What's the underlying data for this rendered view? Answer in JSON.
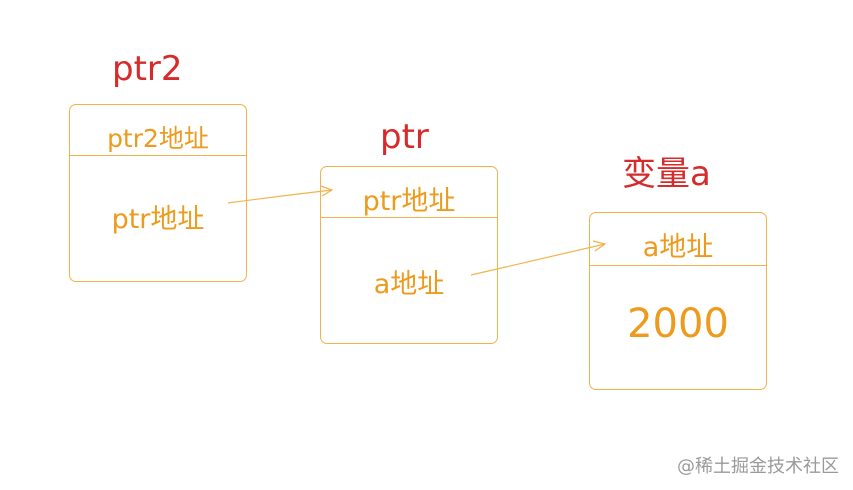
{
  "diagram": {
    "ptr2": {
      "title": "ptr2",
      "header": "ptr2地址",
      "content": "ptr地址"
    },
    "ptr": {
      "title": "ptr",
      "header": "ptr地址",
      "content": "a地址"
    },
    "var_a": {
      "title": "变量a",
      "header": "a地址",
      "content": "2000"
    },
    "colors": {
      "title": "#d62b2b",
      "box_border": "#f2b24c",
      "box_text": "#ee9a1c",
      "watermark": "#9a9a9a"
    }
  },
  "watermark": "@稀土掘金技术社区"
}
